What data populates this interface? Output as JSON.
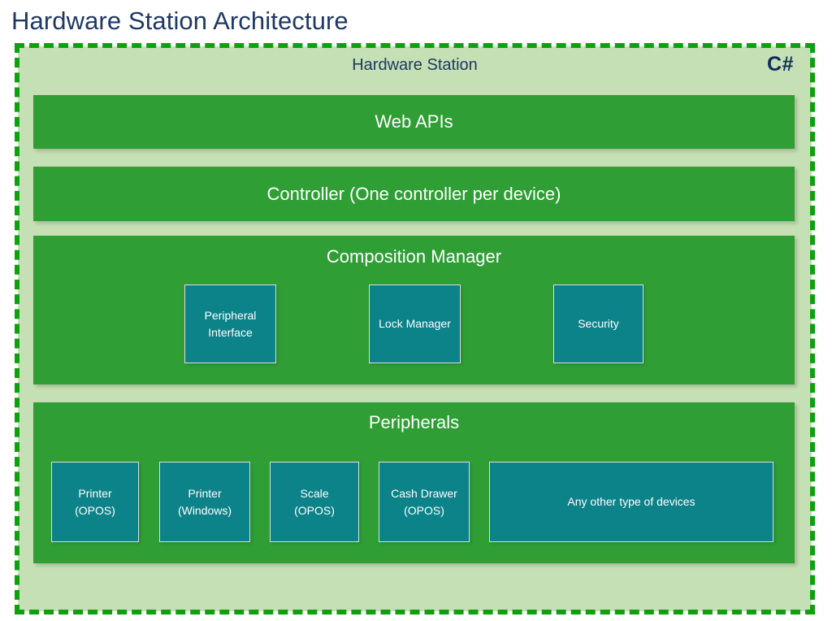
{
  "slide": {
    "title": "Hardware Station Architecture",
    "title_color": "#1F3864"
  },
  "boundary": {
    "name": "C# boundary",
    "tech_label": "C#",
    "border_color": "#0FA00F",
    "border_style": "dashed"
  },
  "hardware_station": {
    "label": "Hardware Station",
    "panel_color": "#C5E0B4",
    "label_color": "#1F3864"
  },
  "layers": [
    {
      "id": "web-apis",
      "title": "Web APIs",
      "color": "#2F9E35",
      "components": []
    },
    {
      "id": "controller",
      "title": "Controller (One controller per device)",
      "color": "#2F9E35",
      "components": []
    },
    {
      "id": "composition-manager",
      "title": "Composition Manager",
      "color": "#2F9E35",
      "components": [
        {
          "id": "peripheral-interface",
          "label": "Peripheral\nInterface"
        },
        {
          "id": "lock-manager",
          "label": "Lock Manager"
        },
        {
          "id": "security",
          "label": "Security"
        }
      ]
    },
    {
      "id": "peripherals",
      "title": "Peripherals",
      "color": "#2F9E35",
      "components": [
        {
          "id": "printer-opos",
          "label": "Printer\n(OPOS)"
        },
        {
          "id": "printer-windows",
          "label": "Printer\n(Windows)"
        },
        {
          "id": "scale-opos",
          "label": "Scale\n(OPOS)"
        },
        {
          "id": "cash-drawer-opos",
          "label": "Cash Drawer\n(OPOS)"
        },
        {
          "id": "any-other-devices",
          "label": "Any other type of devices"
        }
      ]
    }
  ],
  "component_color": "#0C8289",
  "component_border_color": "#D9DEE3",
  "component_text_color": "#FFFFFF"
}
